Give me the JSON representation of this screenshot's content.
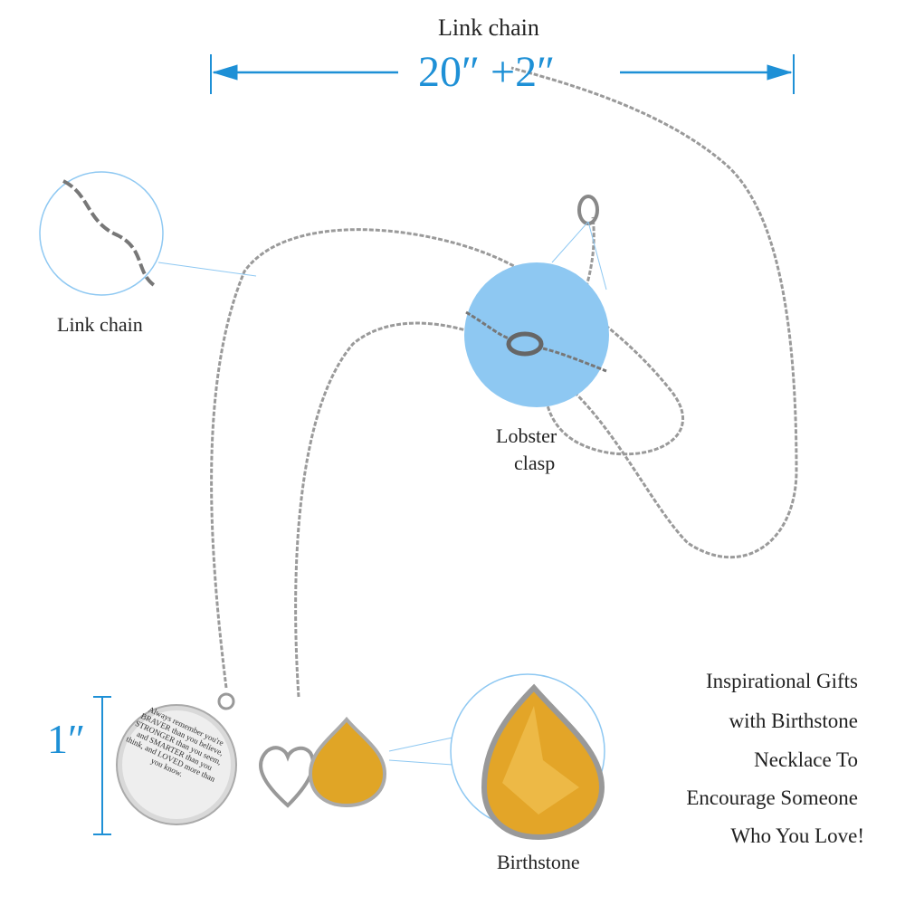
{
  "top_dimension": {
    "label": "Link chain",
    "length": "20″ +2″"
  },
  "callouts": {
    "chain": "Link chain",
    "clasp_line1": "Lobster",
    "clasp_line2": "clasp",
    "birthstone": "Birthstone"
  },
  "pendant_size": "1″",
  "pendant_engraving": "Always remember you're BRAVER than you believe, STRONGER than you seem, and SMARTER than you think, and LOVED more than you know.",
  "tagline": [
    "Inspirational Gifts",
    "with Birthstone",
    "Necklace To",
    "Encourage Someone",
    "Who You Love!"
  ],
  "colors": {
    "accent": "#1e90d6",
    "clasp_bg": "#8ec8f2",
    "gem": "#e0a526",
    "chain": "#9a9a9a"
  }
}
